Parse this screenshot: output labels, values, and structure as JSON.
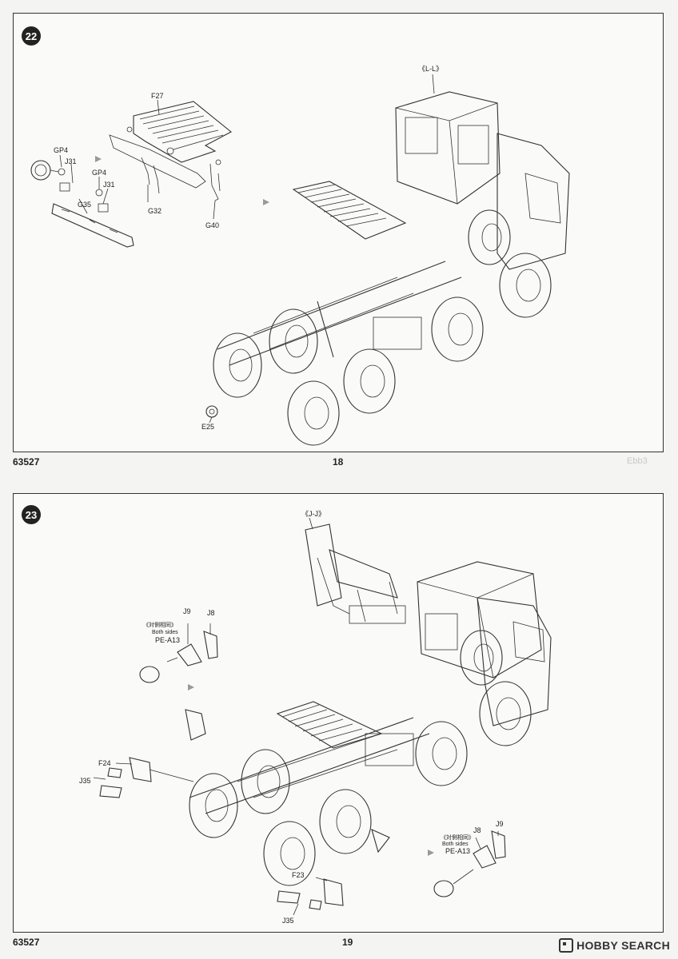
{
  "pages": {
    "top": {
      "step": "22",
      "page_number": "18",
      "catalog_number": "63527",
      "ghost_text": "Ebb3",
      "parts": {
        "F27": "F27",
        "GP4_a": "GP4",
        "J31_a": "J31",
        "GP4_b": "GP4",
        "J31_b": "J31",
        "G35": "G35",
        "G32": "G32",
        "G40": "G40",
        "E25": "E25",
        "LL": "《L-L》"
      }
    },
    "bottom": {
      "step": "23",
      "page_number": "19",
      "catalog_number": "63527",
      "parts": {
        "JJ": "《J-J》",
        "J9_a": "J9",
        "J8_a": "J8",
        "both_cn_a": "《対側相同》",
        "both_en_a": "Both sides",
        "PEA13_a": "PE-A13",
        "F24": "F24",
        "J35_a": "J35",
        "both_cn_b": "《対側相同》",
        "both_en_b": "Both sides",
        "PEA13_b": "PE-A13",
        "J8_b": "J8",
        "J9_b": "J9",
        "F23": "F23",
        "J35_b": "J35"
      }
    }
  },
  "watermark": "HOBBY SEARCH",
  "colors": {
    "ink": "#222222",
    "paper": "#fafaf8",
    "ghost": "#c8c8c8"
  }
}
